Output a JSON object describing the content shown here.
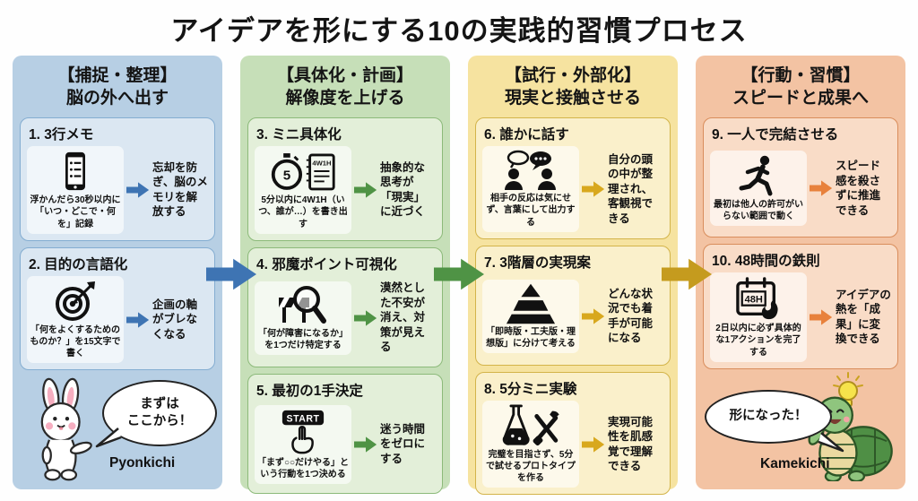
{
  "title": "アイデアを形にする10の実践的習慣プロセス",
  "columns": [
    {
      "header_line1": "【捕捉・整理】",
      "header_line2": "脳の外へ出す",
      "theme_color": "#3e74b3",
      "panel_color": "#b7cfe4",
      "cards": [
        {
          "title": "1. 3行メモ",
          "icon": "phone-memo-icon",
          "caption": "浮かんだら30秒以内に「いつ・どこで・何を」記録",
          "benefit": "忘却を防ぎ、脳のメモリを解放する"
        },
        {
          "title": "2. 目的の言語化",
          "icon": "target-dart-icon",
          "caption": "「何をよくするためのものか？」を15文字で書く",
          "benefit": "企画の軸がブレなくなる"
        }
      ],
      "character": {
        "name": "Pyonkichi",
        "species": "rabbit",
        "speech_line1": "まずは",
        "speech_line2": "ここから！"
      }
    },
    {
      "header_line1": "【具体化・計画】",
      "header_line2": "解像度を上げる",
      "theme_color": "#4f9345",
      "panel_color": "#c6dfb8",
      "cards": [
        {
          "title": "3. ミニ具体化",
          "icon": "stopwatch-notebook-icon",
          "icon_text_stopwatch": "5",
          "icon_text_notebook": "4W1H",
          "caption": "5分以内に4W1H（いつ、誰が…）を書き出す",
          "benefit": "抽象的な思考が「現実」に近づく"
        },
        {
          "title": "4. 邪魔ポイント可視化",
          "icon": "barrier-magnifier-icon",
          "caption": "「何が障害になるか」を1つだけ特定する",
          "benefit": "漠然とした不安が消え、対策が見える"
        },
        {
          "title": "5. 最初の1手決定",
          "icon": "start-button-hand-icon",
          "icon_text": "START",
          "caption": "「まず○○だけやる」という行動を1つ決める",
          "benefit": "迷う時間をゼロにする"
        }
      ]
    },
    {
      "header_line1": "【試行・外部化】",
      "header_line2": "現実と接触させる",
      "theme_color": "#d8a81e",
      "panel_color": "#f6e3a0",
      "cards": [
        {
          "title": "6. 誰かに話す",
          "icon": "talking-people-icon",
          "caption": "相手の反応は気にせず、言葉にして出力する",
          "benefit": "自分の頭の中が整理され、客観視できる"
        },
        {
          "title": "7. 3階層の実現案",
          "icon": "pyramid-icon",
          "caption": "「即時版・工夫版・理想版」に分けて考える",
          "benefit": "どんな状況でも着手が可能になる"
        },
        {
          "title": "8. 5分ミニ実験",
          "icon": "flask-tools-icon",
          "caption": "完璧を目指さず、5分で試せるプロトタイプを作る",
          "benefit": "実現可能性を肌感覚で理解できる"
        }
      ]
    },
    {
      "header_line1": "【行動・習慣】",
      "header_line2": "スピードと成果へ",
      "theme_color": "#e8813c",
      "panel_color": "#f3c3a3",
      "cards": [
        {
          "title": "9. 一人で完結させる",
          "icon": "runner-icon",
          "caption": "最初は他人の許可がいらない範囲で動く",
          "benefit": "スピード感を殺さずに推進できる"
        },
        {
          "title": "10. 48時間の鉄則",
          "icon": "calendar-48h-icon",
          "icon_text": "48H",
          "caption": "2日以内に必ず具体的な1アクションを完了する",
          "benefit": "アイデアの熱を「成果」に変換できる"
        }
      ],
      "character": {
        "name": "Kamekichi",
        "species": "turtle",
        "speech_line1": "形になった！"
      }
    }
  ],
  "connectors": [
    {
      "from": "capture-column",
      "to": "concretize-column",
      "color": "#3e74b3"
    },
    {
      "from": "concretize-column",
      "to": "trial-column",
      "color": "#4f9345"
    },
    {
      "from": "trial-column",
      "to": "action-column",
      "color": "#c59b1e"
    }
  ]
}
